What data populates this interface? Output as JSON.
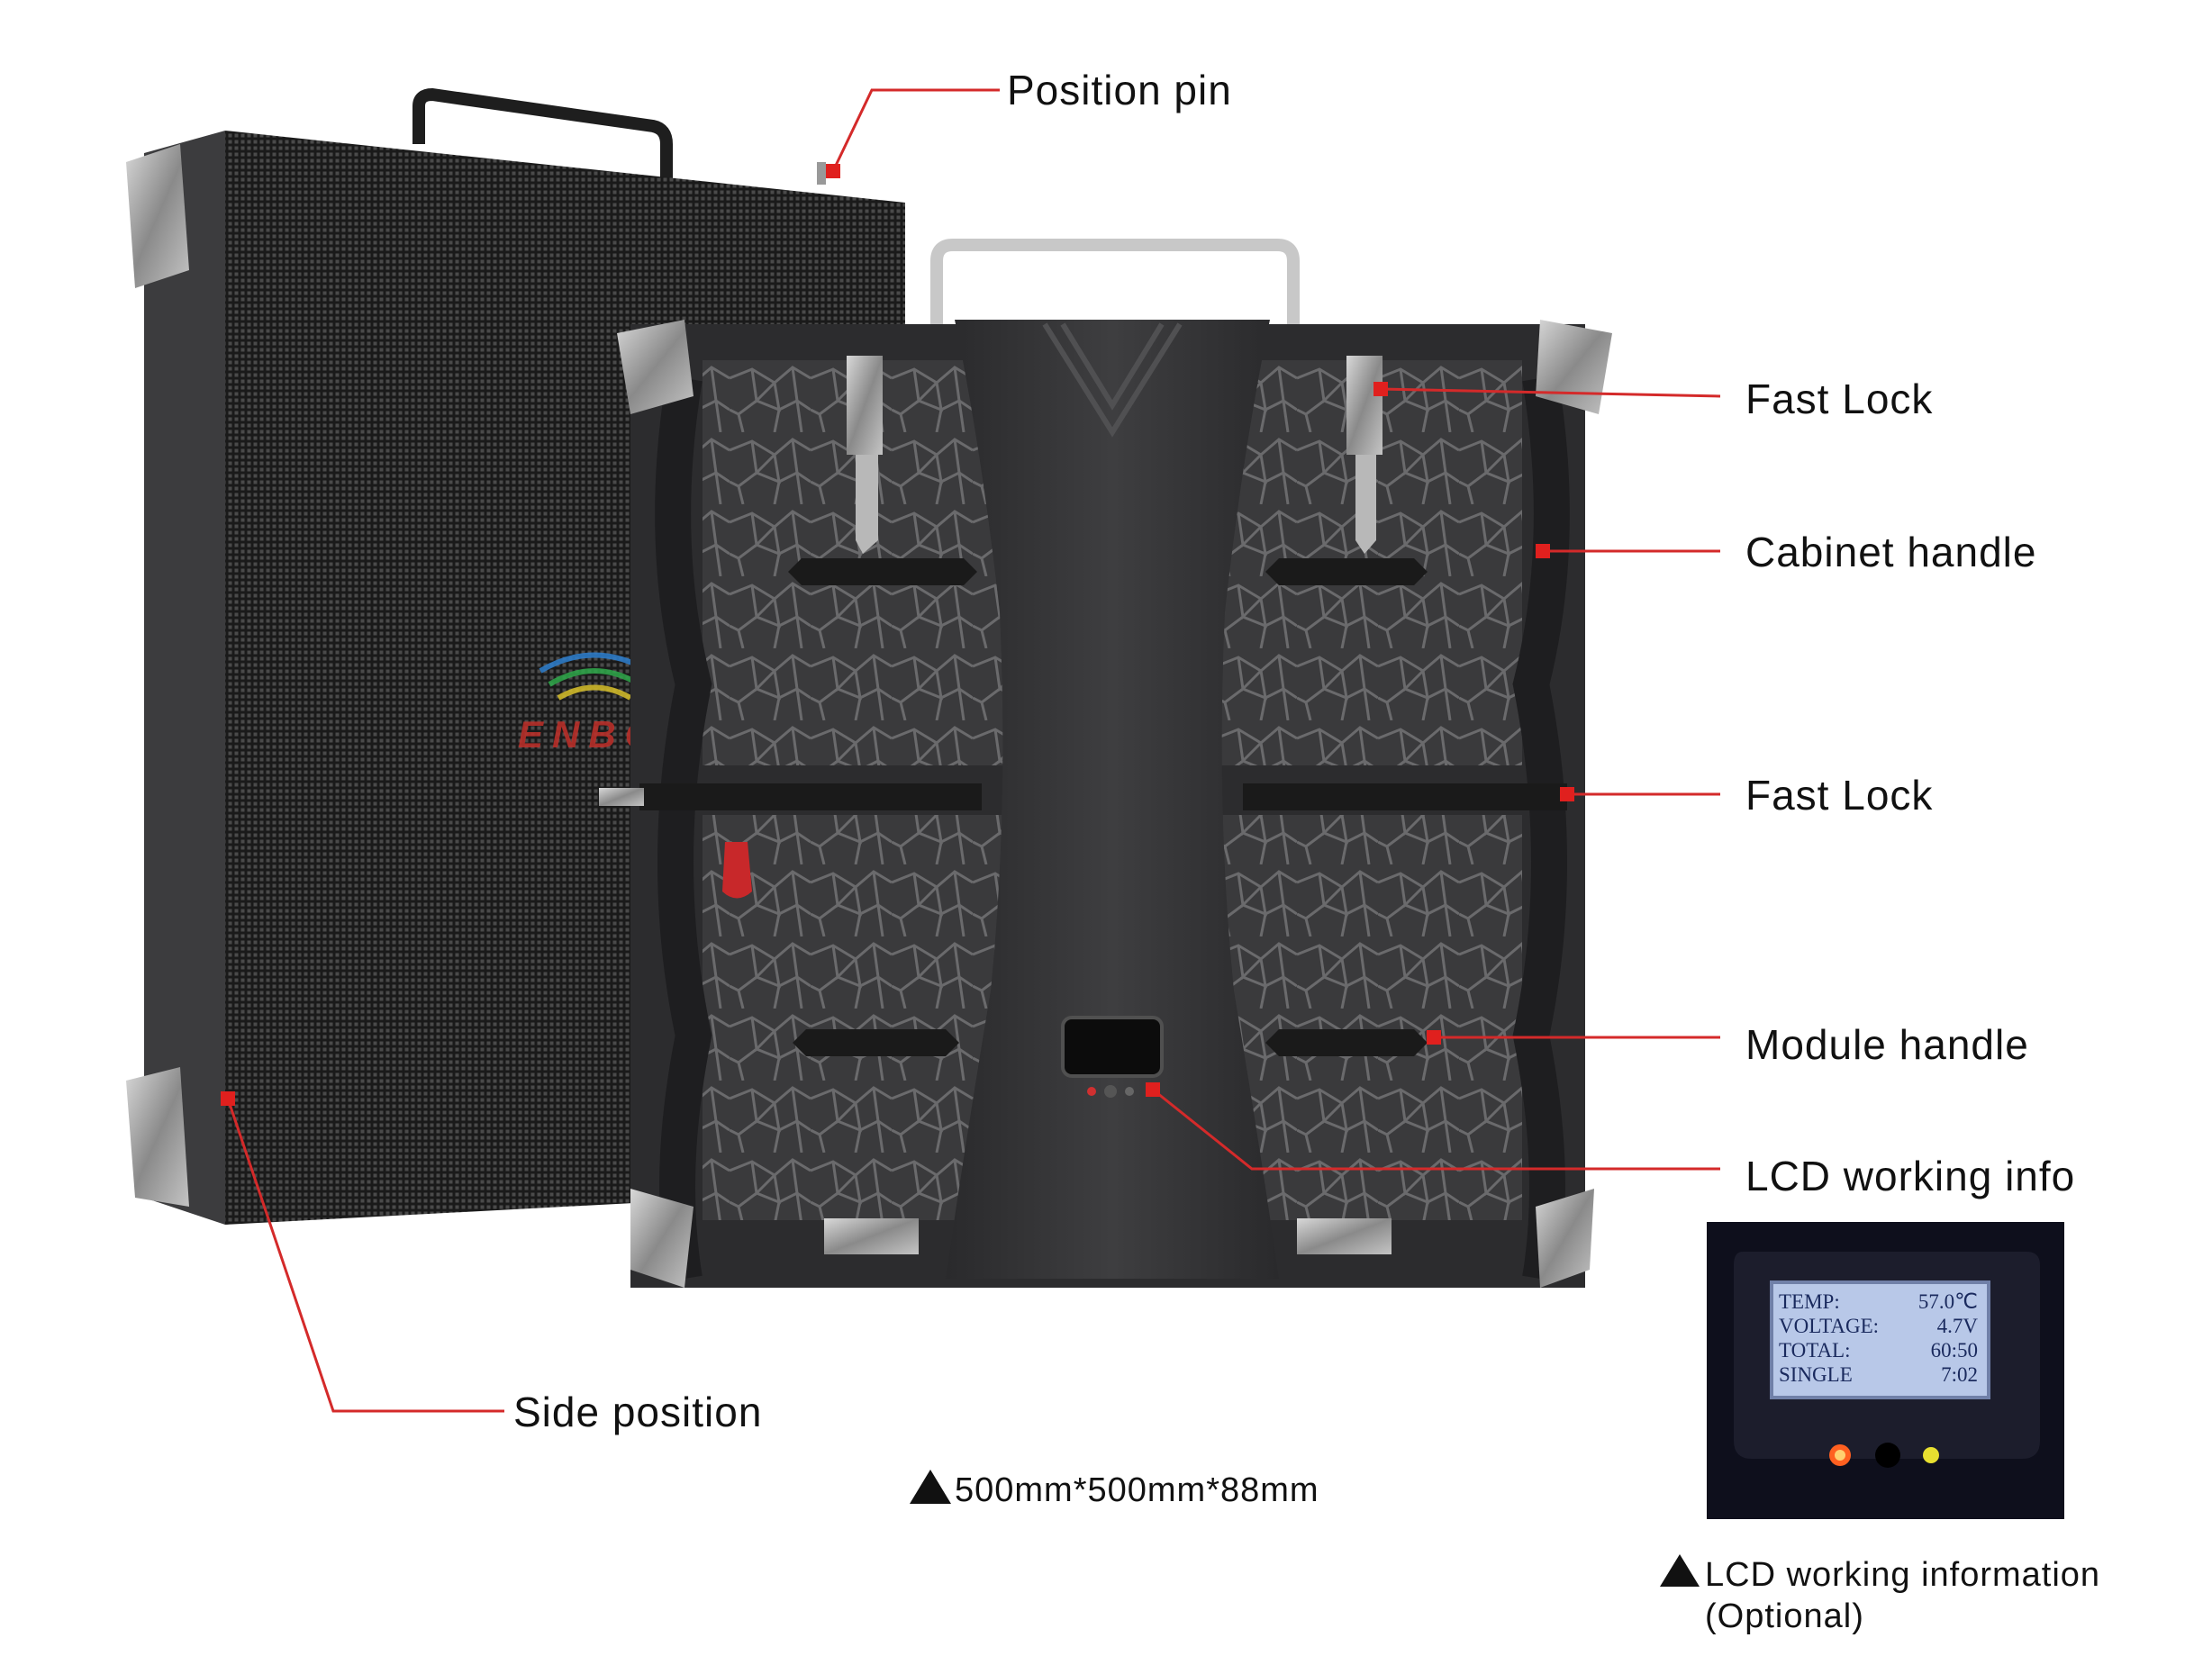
{
  "labels": {
    "position_pin": "Position pin",
    "fast_lock_top": "Fast Lock",
    "cabinet_handle": "Cabinet handle",
    "fast_lock_mid": "Fast Lock",
    "module_handle": "Module handle",
    "lcd_working_info": "LCD working info",
    "side_position": "Side position"
  },
  "captions": {
    "dimensions": "500mm*500mm*88mm",
    "lcd_line1": "LCD working information",
    "lcd_line2": "(Optional)"
  },
  "lcd": {
    "rows": [
      {
        "label": "TEMP:",
        "value": "57.0℃"
      },
      {
        "label": "VOLTAGE:",
        "value": "4.7V"
      },
      {
        "label": "TOTAL:",
        "value": "60:50"
      },
      {
        "label": "SINGLE",
        "value": "7:02"
      }
    ]
  },
  "brand_watermark": "ENBON",
  "colors": {
    "callout_line": "#d42a2a",
    "callout_dot": "#e0201e",
    "cabinet_body": "#2e2e30",
    "led_face": "#1c1c1c",
    "lcd_screen": "#b8c8e8"
  }
}
